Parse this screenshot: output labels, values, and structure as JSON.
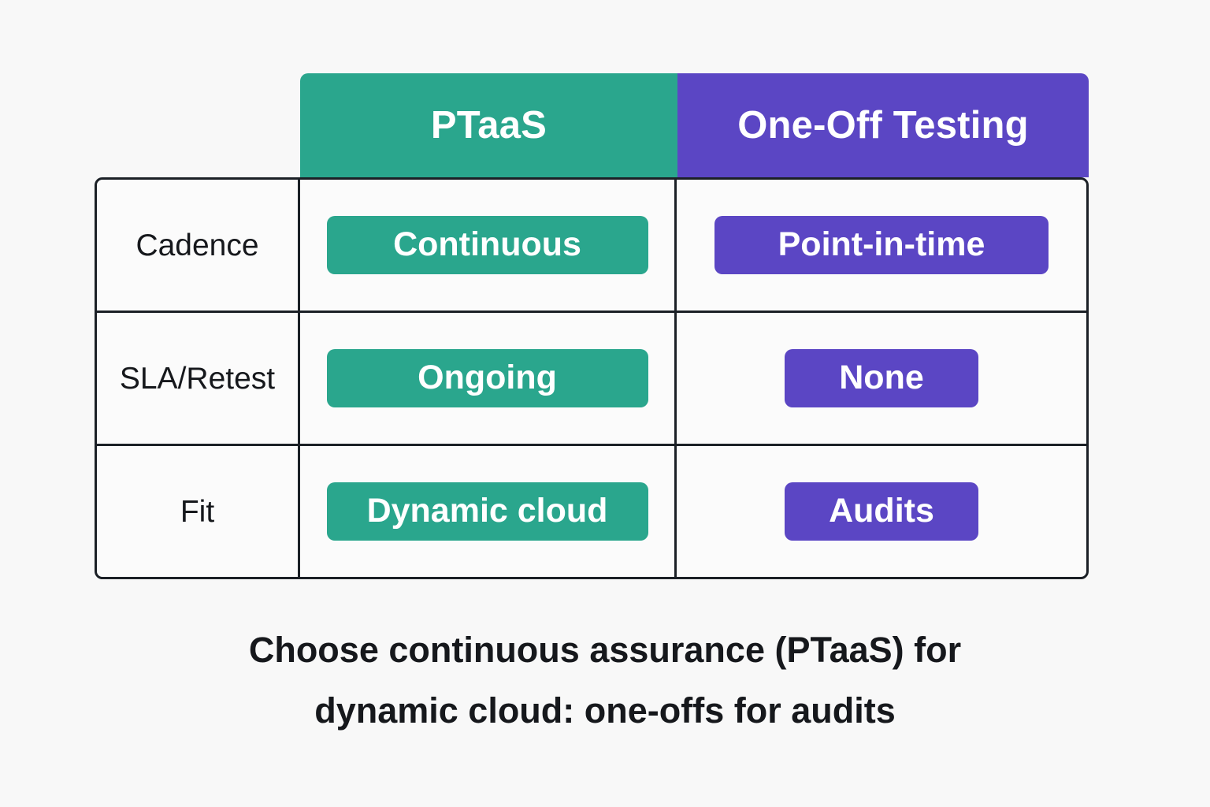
{
  "page": {
    "background_color": "#f8f8f8",
    "text_color": "#16181c"
  },
  "theme": {
    "green": "#2aa68d",
    "purple": "#5b46c4",
    "border": "#1b2026",
    "cell_background": "#fbfbfb",
    "pill_text": "#ffffff"
  },
  "table": {
    "row_header_label": "",
    "columns": [
      {
        "key": "ptaas",
        "label": "PTaaS",
        "color": "#2aa68d"
      },
      {
        "key": "oneoff",
        "label": "One-Off Testing",
        "color": "#5b46c4"
      }
    ],
    "rows": [
      {
        "label": "Cadence",
        "ptaas": "Continuous",
        "oneoff": "Point-in-time"
      },
      {
        "label": "SLA/Retest",
        "ptaas": "Ongoing",
        "oneoff": "None"
      },
      {
        "label": "Fit",
        "ptaas": "Dynamic cloud",
        "oneoff": "Audits"
      }
    ]
  },
  "caption": {
    "line1": "Choose continuous assurance (PTaaS) for",
    "line2": "dynamic cloud: one-offs for audits"
  }
}
